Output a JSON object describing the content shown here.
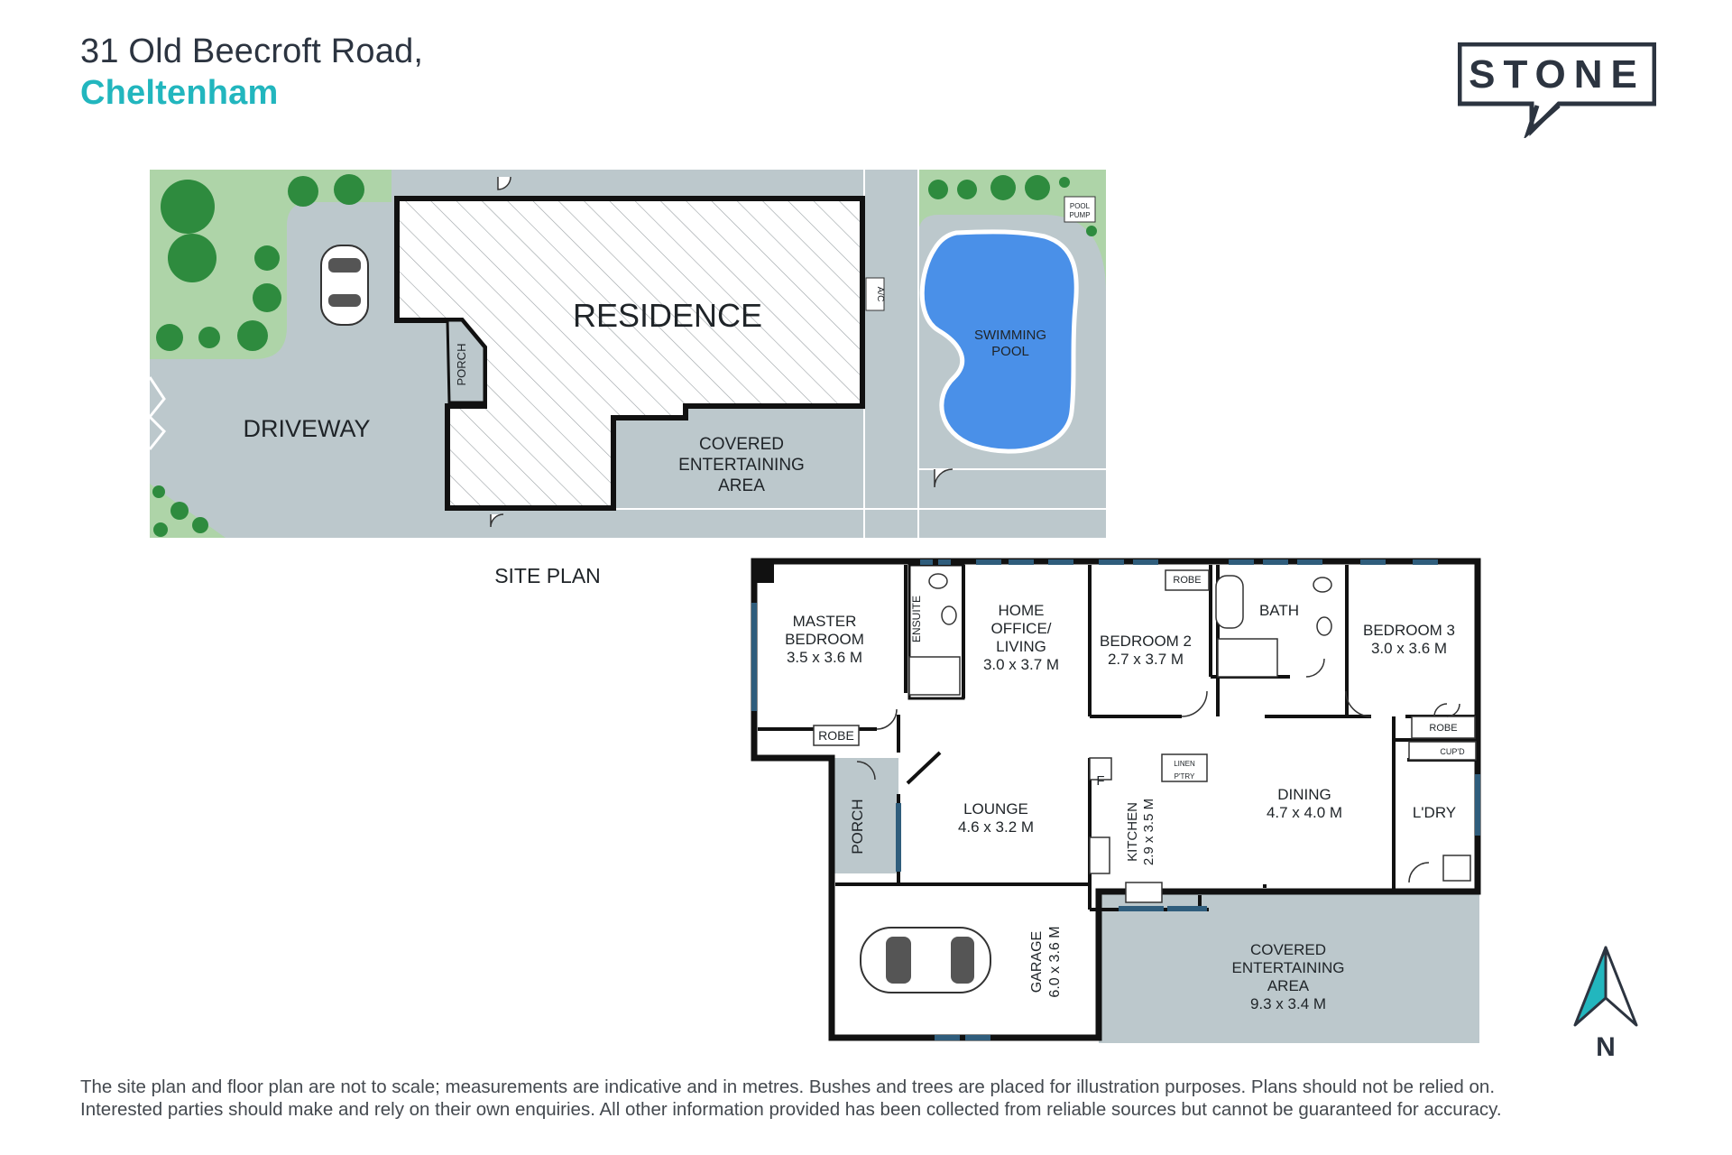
{
  "header": {
    "address_line1": "31 Old Beecroft Road,",
    "address_line2": "Cheltenham"
  },
  "brand": {
    "name": "STONE",
    "color": "#2c3440",
    "accent": "#22b6be"
  },
  "site_plan": {
    "caption": "SITE PLAN",
    "residence": "RESIDENCE",
    "driveway": "DRIVEWAY",
    "porch": "PORCH",
    "covered_area": [
      "COVERED",
      "ENTERTAINING",
      "AREA"
    ],
    "pool": [
      "SWIMMING",
      "POOL"
    ],
    "pool_pump": [
      "POOL",
      "PUMP"
    ],
    "ac": "A/C"
  },
  "floor_plan": {
    "master_bedroom": [
      "MASTER",
      "BEDROOM",
      "3.5 x 3.6 M"
    ],
    "ensuite": "ENSUITE",
    "home_office": [
      "HOME",
      "OFFICE/",
      "LIVING",
      "3.0 x 3.7 M"
    ],
    "bedroom2": [
      "BEDROOM 2",
      "2.7 x 3.7 M"
    ],
    "bath": "BATH",
    "bedroom3": [
      "BEDROOM 3",
      "3.0 x 3.6 M"
    ],
    "robe": "ROBE",
    "cupd": "CUP'D",
    "linen": "LINEN",
    "ptry": "P'TRY",
    "fridge": "F",
    "lounge": [
      "LOUNGE",
      "4.6 x 3.2 M"
    ],
    "kitchen": [
      "KITCHEN",
      "2.9 x 3.5 M"
    ],
    "dining": [
      "DINING",
      "4.7 x 4.0 M"
    ],
    "laundry": "L'DRY",
    "porch": "PORCH",
    "garage": [
      "GARAGE",
      "6.0 x 3.6 M"
    ],
    "covered_area": [
      "COVERED",
      "ENTERTAINING",
      "AREA",
      "9.3 x 3.4 M"
    ]
  },
  "compass": {
    "label": "N"
  },
  "colors": {
    "paving": "#bcc8cc",
    "grass": "#aed4a8",
    "tree": "#2e8b3e",
    "pool": "#4a90e8",
    "window": "#2f5d7c",
    "wall": "#111111"
  },
  "disclaimer": [
    "The site plan and floor plan are not to scale; measurements are indicative and in metres. Bushes and trees are placed for illustration purposes. Plans should not be relied on.",
    "Interested parties should make and rely on their own enquiries. All other information provided has been collected from reliable sources but cannot be guaranteed for accuracy."
  ]
}
